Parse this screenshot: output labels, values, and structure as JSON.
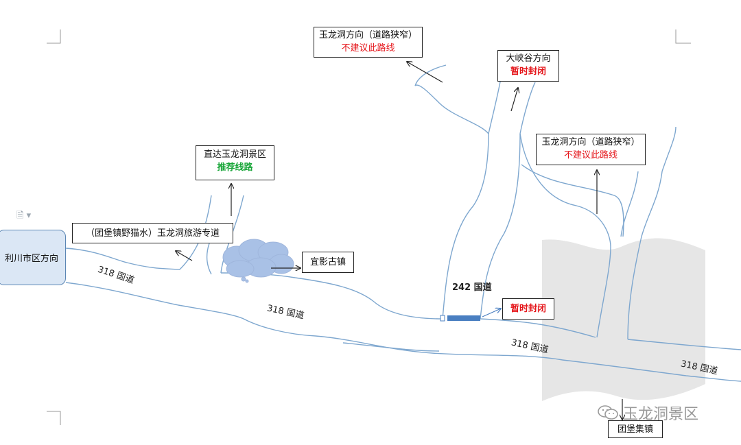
{
  "origin": {
    "label": "利川市区方向"
  },
  "roads": {
    "r318_1": "318 国道",
    "r318_2": "318 国道",
    "r318_3": "318 国道",
    "r318_4": "318 国道",
    "r242": "242 国道"
  },
  "boxes": {
    "yulongdong_top": {
      "line1": "玉龙洞方向（道路狭窄）",
      "line2": "不建议此路线"
    },
    "daxiagu": {
      "line1": "大峡谷方向",
      "line2": "暂时封闭"
    },
    "yulongdong_right": {
      "line1": "玉龙洞方向（道路狭窄）",
      "line2": "不建议此路线"
    },
    "direct": {
      "line1": "直达玉龙洞景区",
      "line2": "推荐线路"
    },
    "tourist_road": {
      "line1": "（团堡镇野猫水）玉龙洞旅游专道"
    },
    "yiying": {
      "line1": "宜影古镇"
    },
    "closed_242": {
      "line1": "暂时封闭"
    },
    "tuanbao": {
      "line1": "团堡集镇"
    }
  },
  "watermark": {
    "text": "玉龙洞景区",
    "icon": "wechat-icon"
  },
  "colors": {
    "road": "#7ea7cf",
    "closed_bar": "#4a7fc1",
    "cloud": "#a9c1e6",
    "highlight": "#e6e6e6",
    "red": "#e5161b",
    "green": "#19a639"
  }
}
